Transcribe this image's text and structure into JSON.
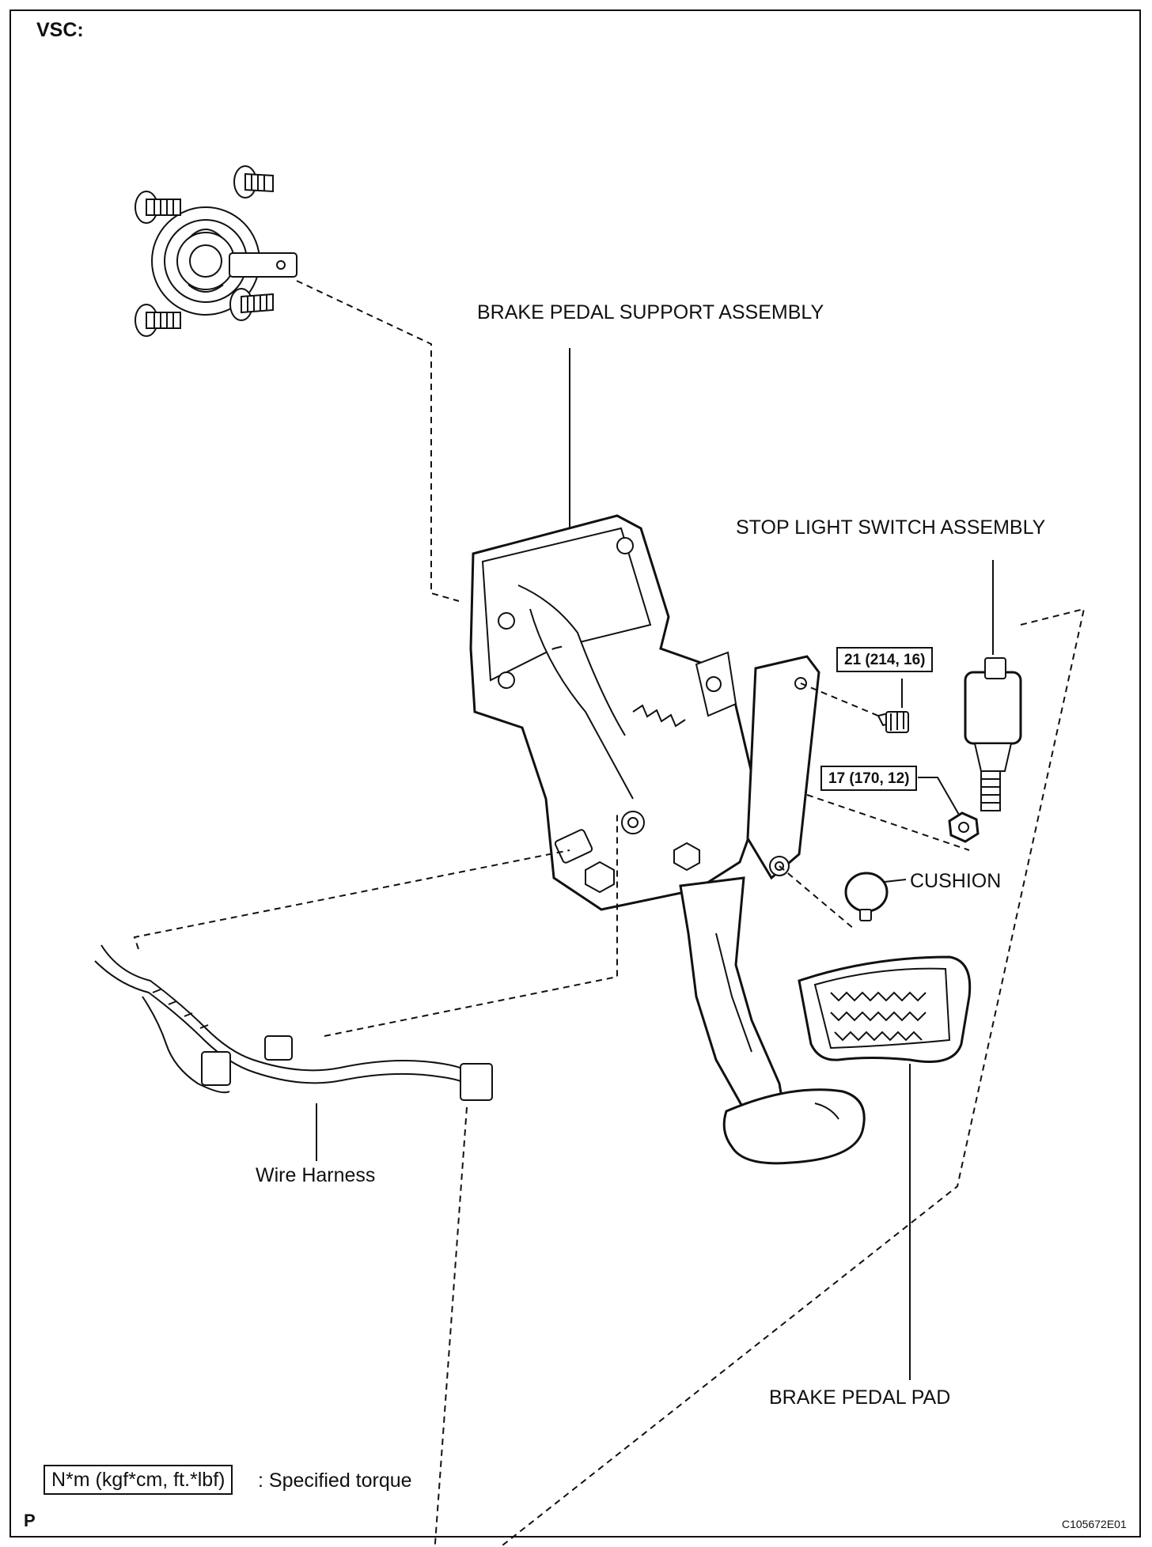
{
  "header": {
    "section_label": "VSC:"
  },
  "labels": {
    "brake_pedal_support": "BRAKE PEDAL SUPPORT ASSEMBLY",
    "stop_light_switch": "STOP LIGHT SWITCH ASSEMBLY",
    "cushion": "CUSHION",
    "wire_harness": "Wire Harness",
    "brake_pedal_pad": "BRAKE PEDAL PAD"
  },
  "torques": {
    "bolt": "21 (214, 16)",
    "nut": "17 (170, 12)"
  },
  "legend": {
    "unit_box": "N*m (kgf*cm, ft.*lbf)",
    "description": ": Specified torque"
  },
  "footer": {
    "corner_mark": "P",
    "figure_code": "C105672E01"
  }
}
